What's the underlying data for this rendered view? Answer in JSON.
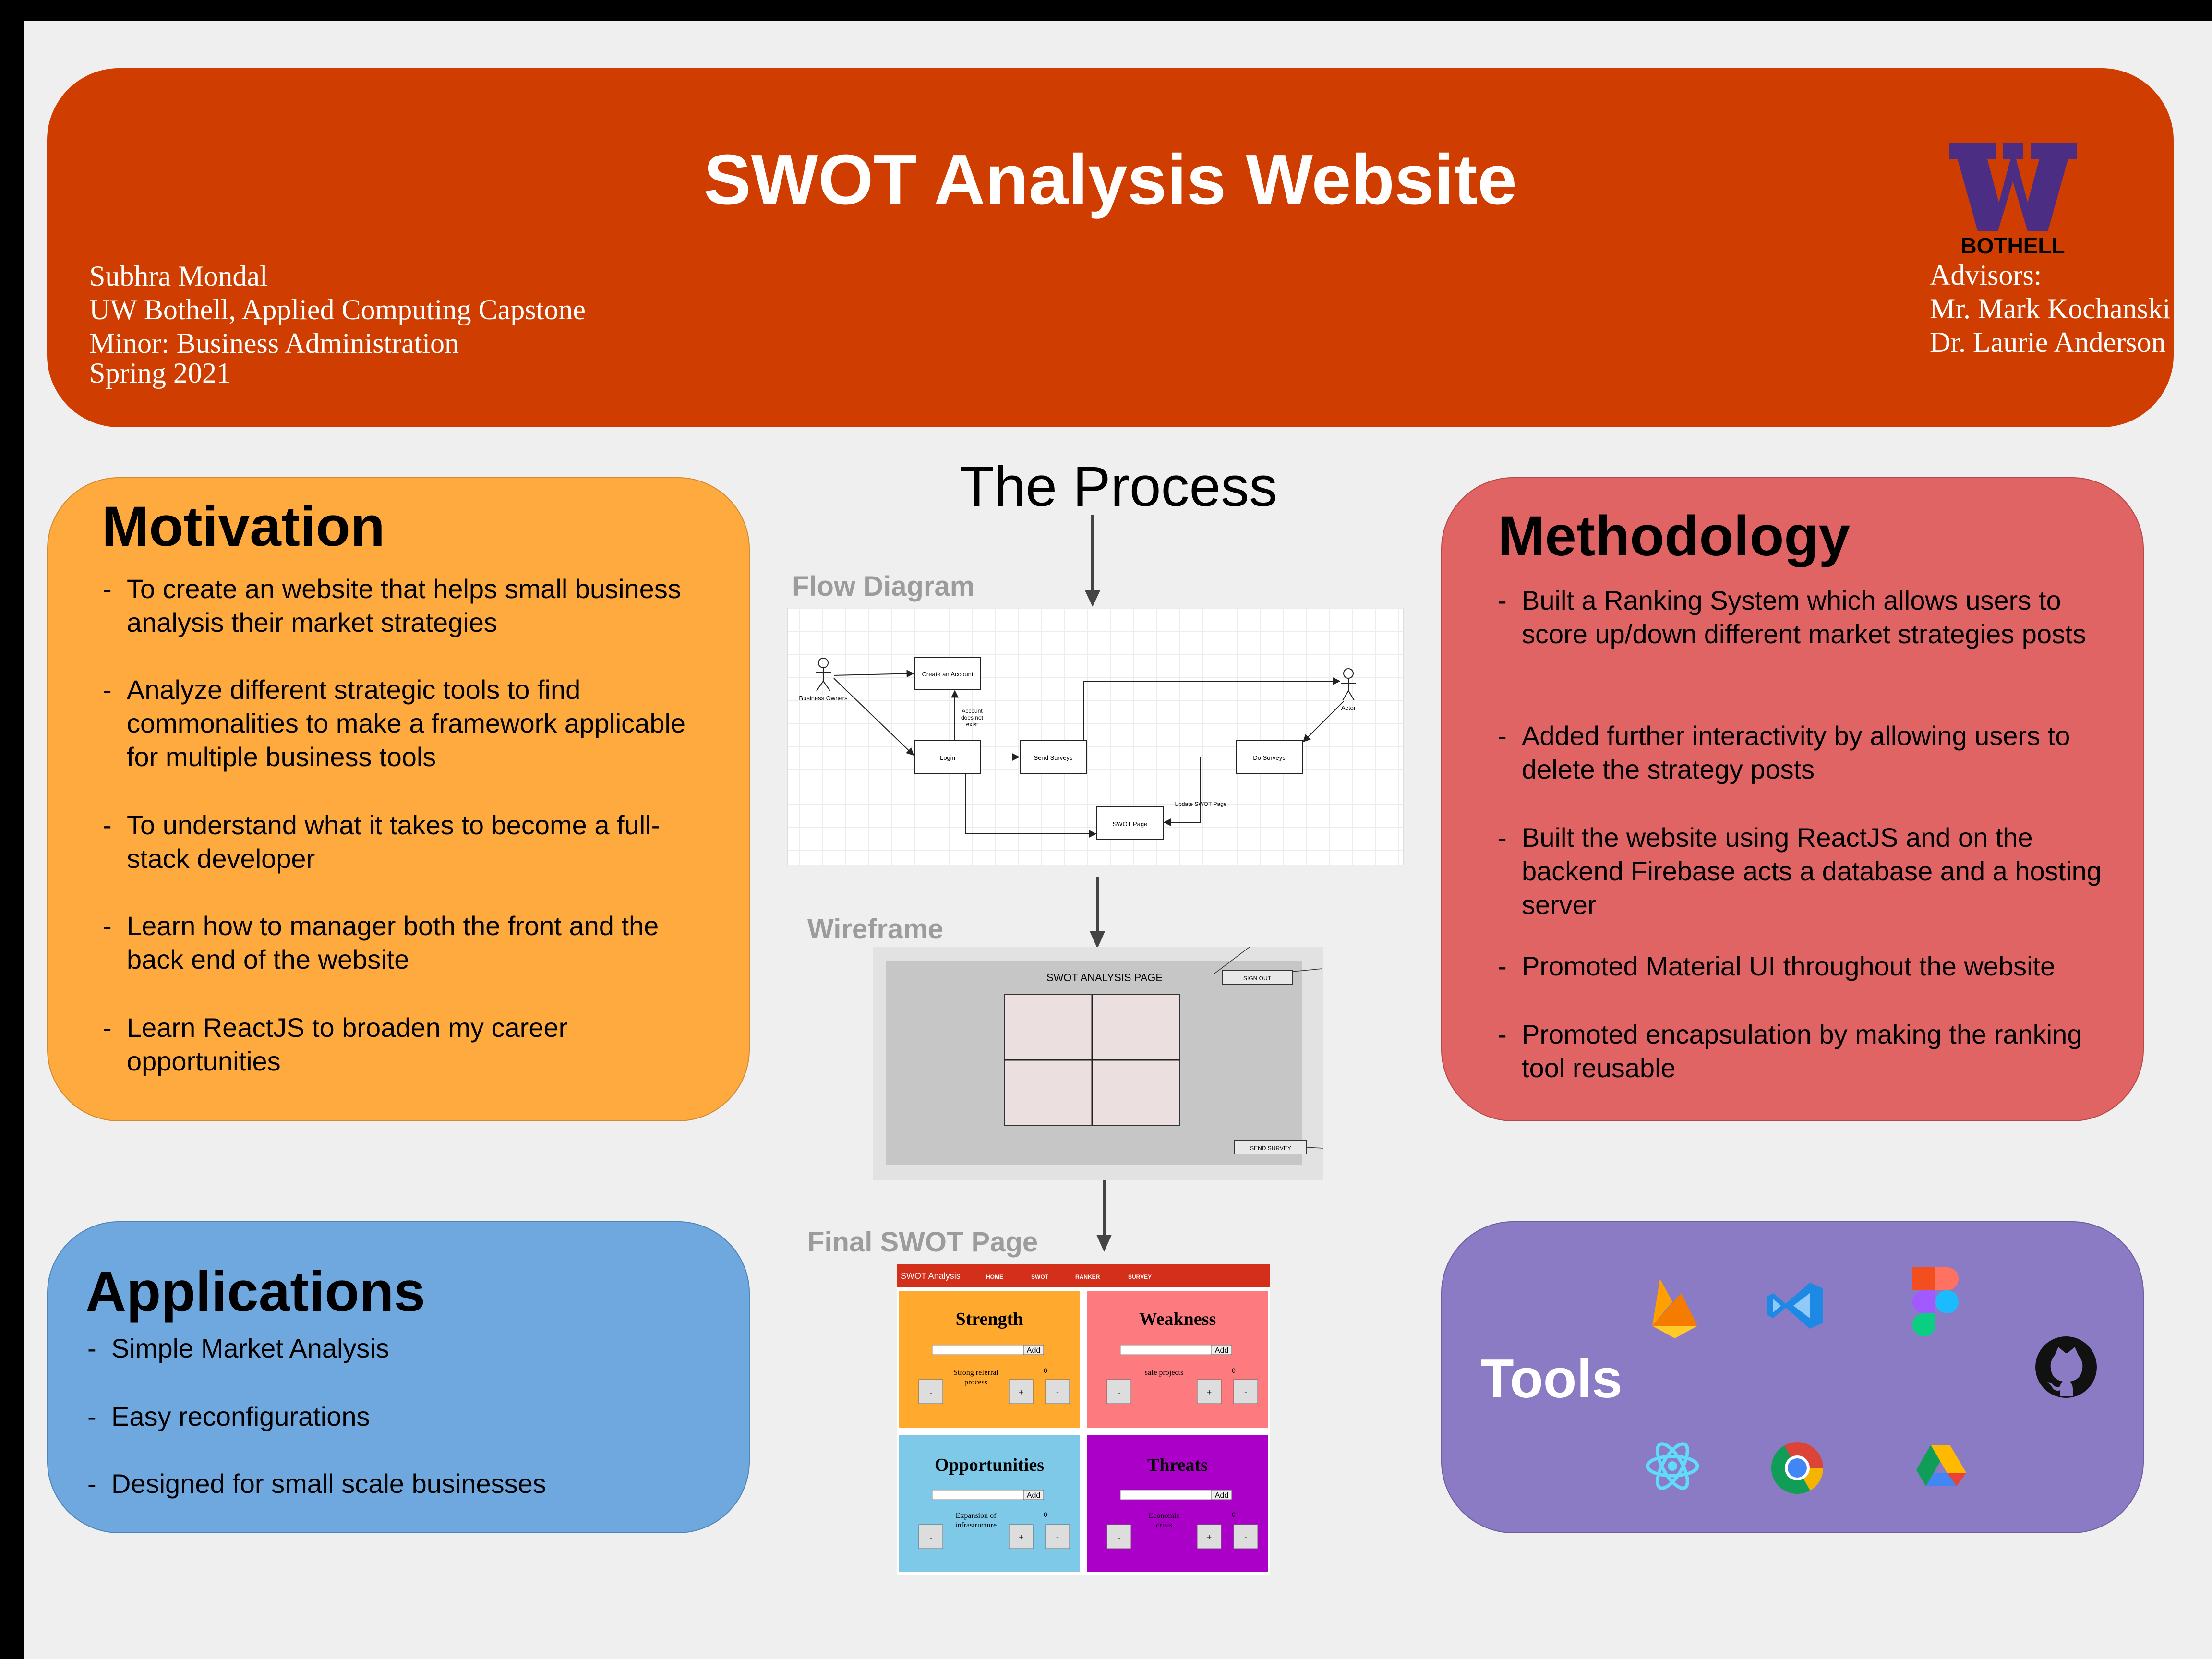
{
  "header": {
    "title": "SWOT Analysis Website",
    "author_lines": [
      "Subhra Mondal",
      "UW Bothell, Applied Computing Capstone",
      "Minor: Business Administration",
      "Spring 2021"
    ],
    "advisors_lines": [
      "Advisors:",
      "Mr. Mark Kochanski",
      "Dr. Laurie Anderson"
    ],
    "logo_text": "BOTHELL"
  },
  "colors": {
    "header": "#cf3e00",
    "motivation": "#ffaa3f",
    "methodology": "#e06464",
    "applications": "#6ea8de",
    "tools": "#8b7bc4",
    "logo_purple": "#4b2e83"
  },
  "motivation": {
    "heading": "Motivation",
    "items": [
      "To create an website that helps small business analysis their market strategies",
      "Analyze different strategic tools to find commonalities to make a framework applicable for multiple business tools",
      "To understand what it takes to become a full-stack developer",
      "Learn how to manager both the front and the back end of the website",
      "Learn ReactJS to broaden my career opportunities"
    ]
  },
  "methodology": {
    "heading": "Methodology",
    "items": [
      "Built a Ranking System which allows users to score up/down different market strategies posts",
      "Added further interactivity by allowing users to delete the strategy posts",
      "Built the website using ReactJS and on the backend Firebase acts a database and a hosting server",
      "Promoted Material UI throughout the website",
      "Promoted encapsulation by making the ranking tool reusable"
    ]
  },
  "applications": {
    "heading": "Applications",
    "items": [
      "Simple Market Analysis",
      "Easy reconfigurations",
      "Designed for small scale businesses"
    ]
  },
  "tools": {
    "heading": "Tools",
    "icons": [
      "firebase-icon",
      "vscode-icon",
      "figma-icon",
      "github-icon",
      "react-icon",
      "chrome-icon",
      "google-drive-icon"
    ]
  },
  "process": {
    "title": "The Process",
    "flow_label": "Flow Diagram",
    "wireframe_label": "Wireframe",
    "final_label": "Final SWOT Page",
    "flow": {
      "business_owners": "Business Owners",
      "actor": "Actor",
      "create_account": "Create an Account",
      "account_note_1": "Account",
      "account_note_2": "does not",
      "account_note_3": "exist",
      "login": "Login",
      "send_surveys": "Send Surveys",
      "do_surveys": "Do Surveys",
      "swot_page": "SWOT Page",
      "update_swot": "Update SWOT Page"
    },
    "wireframe": {
      "page_title": "SWOT ANALYSIS PAGE",
      "sign_out": "SIGN OUT",
      "send_survey": "SEND SURVEY"
    },
    "final": {
      "brand": "SWOT Analysis",
      "nav": [
        "HOME",
        "SWOT",
        "RANKER",
        "SURVEY"
      ],
      "add": "Add",
      "plus": "+",
      "minus": "-",
      "quadrants": [
        {
          "title": "Strength",
          "item_line1": "Strong referral",
          "item_line2": "process",
          "count": "0"
        },
        {
          "title": "Weakness",
          "item_line1": "safe projects",
          "item_line2": "",
          "count": "0"
        },
        {
          "title": "Opportunities",
          "item_line1": "Expansion of",
          "item_line2": "infrastructure",
          "count": "0"
        },
        {
          "title": "Threats",
          "item_line1": "Economic",
          "item_line2": "crisis",
          "count": "0"
        }
      ]
    }
  }
}
